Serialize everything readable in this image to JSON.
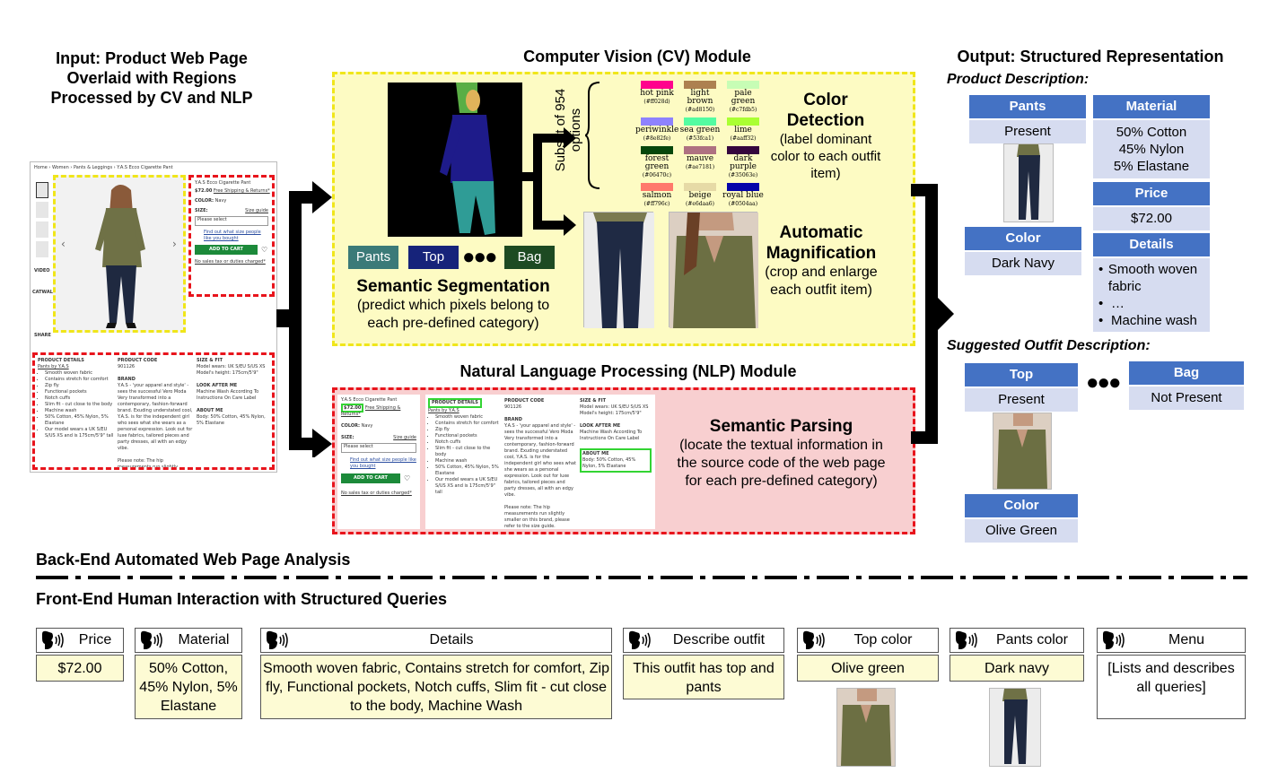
{
  "titles": {
    "input": "Input: Product Web Page Overlaid with Regions Processed by CV and NLP",
    "cv": "Computer Vision (CV) Module",
    "nlp": "Natural Language Processing (NLP) Module",
    "output": "Output: Structured Representation",
    "backend": "Back-End Automated Web Page Analysis",
    "frontend": "Front-End Human Interaction with Structured Queries"
  },
  "webpage": {
    "breadcrumb": "Home › Women › Pants & Leggings › Y.A.S Ecco Cigarette Pant",
    "product_name": "Y.A.S Ecco Cigarette Pant",
    "price": "$72.00",
    "shipping": "Free Shipping & Returns*",
    "color_label": "COLOR:",
    "color_value": "Navy",
    "size_label": "SIZE:",
    "size_guide": "Size guide",
    "select_placeholder": "Please select",
    "fit_link": "Find out what size people like you bought",
    "add_to_cart": "ADD TO CART",
    "no_tax": "No sales tax or duties charged*",
    "video": "VIDEO",
    "catwalk": "CATWALK",
    "share": "SHARE",
    "product_details_h": "PRODUCT DETAILS",
    "product_code_h": "PRODUCT CODE",
    "size_fit_h": "SIZE & FIT",
    "brand_h": "BRAND",
    "look_after_h": "LOOK AFTER ME",
    "about_h": "ABOUT ME",
    "pants_by": "Pants by Y.A.S",
    "details": [
      "Smooth woven fabric",
      "Contains stretch for comfort",
      "Zip fly",
      "Functional pockets",
      "Notch cuffs",
      "Slim fit - cut close to the body",
      "Machine wash",
      "50% Cotton, 45% Nylon, 5% Elastane",
      "Our model wears a UK S/EU S/US XS and is 175cm/5'9\" tall"
    ],
    "code": "901126",
    "brand_text": "Y.A.S - 'your apparel and style' - sees the successful Vero Moda Very transformed into a contemporary, fashion-forward brand. Exuding understated cool, Y.A.S. is for the independent girl who sees what she wears as a personal expression. Look out for luxe fabrics, tailored pieces and party dresses, all with an edgy vibe.",
    "note": "Please note: The hip measurements run slightly smaller on this brand, please refer to the size guide.",
    "size_fit_text": "Model wears: UK S/EU S/US XS Model's height: 175cm/5'9\"",
    "look_after_text": "Machine Wash According To Instructions On Care Label",
    "about_text": "Body: 50% Cotton, 45% Nylon, 5% Elastane"
  },
  "cv": {
    "subset_label": "Subset of 954 options",
    "colors": [
      {
        "name": "hot pink",
        "hex": "(#ff028d)",
        "color": "#ff028d"
      },
      {
        "name": "light brown",
        "hex": "(#ad8150)",
        "color": "#ad8150"
      },
      {
        "name": "pale green",
        "hex": "(#c7fdb5)",
        "color": "#c7fdb5"
      },
      {
        "name": "periwinkle",
        "hex": "(#8e82fe)",
        "color": "#8e82fe"
      },
      {
        "name": "sea green",
        "hex": "(#53fca1)",
        "color": "#53fca1"
      },
      {
        "name": "lime",
        "hex": "(#aaff32)",
        "color": "#aaff32"
      },
      {
        "name": "forest green",
        "hex": "(#06470c)",
        "color": "#06470c"
      },
      {
        "name": "mauve",
        "hex": "(#ae7181)",
        "color": "#ae7181"
      },
      {
        "name": "dark purple",
        "hex": "(#35063e)",
        "color": "#35063e"
      },
      {
        "name": "salmon",
        "hex": "(#ff796c)",
        "color": "#ff796c"
      },
      {
        "name": "beige",
        "hex": "(#e6daa6)",
        "color": "#e6daa6"
      },
      {
        "name": "royal blue",
        "hex": "(#0504aa)",
        "color": "#0504aa"
      }
    ],
    "color_detection_title": "Color Detection",
    "color_detection_desc": "(label dominant color to each outfit item)",
    "magnification_title": "Automatic Magnification",
    "magnification_desc": "(crop and enlarge each outfit item)",
    "seg_labels": [
      {
        "label": "Pants",
        "color": "#3b7a78"
      },
      {
        "label": "Top",
        "color": "#16237a"
      },
      {
        "label": "Bag",
        "color": "#1d4a22"
      }
    ],
    "segmentation_title": "Semantic Segmentation",
    "segmentation_desc": "(predict which pixels belong to each pre-defined category)"
  },
  "nlp": {
    "parsing_title": "Semantic Parsing",
    "parsing_desc": "(locate the textual information in the source code of the web page for each pre-defined category)"
  },
  "output": {
    "product_desc_label": "Product Description:",
    "pants": {
      "h": "Pants",
      "v": "Present"
    },
    "material": {
      "h": "Material",
      "v": [
        "50% Cotton",
        "45% Nylon",
        "5% Elastane"
      ]
    },
    "price": {
      "h": "Price",
      "v": "$72.00"
    },
    "color": {
      "h": "Color",
      "v": "Dark Navy"
    },
    "details": {
      "h": "Details",
      "v": [
        "Smooth woven fabric",
        "…",
        "Machine wash"
      ]
    },
    "suggested_label": "Suggested Outfit Description:",
    "top": {
      "h": "Top",
      "v": "Present"
    },
    "bag": {
      "h": "Bag",
      "v": "Not Present"
    },
    "top_color": {
      "h": "Color",
      "v": "Olive Green"
    }
  },
  "queries": [
    {
      "head": "Price",
      "body": "$72.00"
    },
    {
      "head": "Material",
      "body": "50% Cotton, 45% Nylon, 5% Elastane"
    },
    {
      "head": "Details",
      "body": "Smooth woven fabric, Contains stretch for comfort, Zip fly, Functional pockets, Notch cuffs, Slim fit - cut close to the body, Machine Wash"
    },
    {
      "head": "Describe outfit",
      "body": "This outfit has top and pants"
    },
    {
      "head": "Top color",
      "body": "Olive green"
    },
    {
      "head": "Pants color",
      "body": "Dark navy"
    },
    {
      "head": "Menu",
      "body": "[Lists and describes all queries]"
    }
  ]
}
